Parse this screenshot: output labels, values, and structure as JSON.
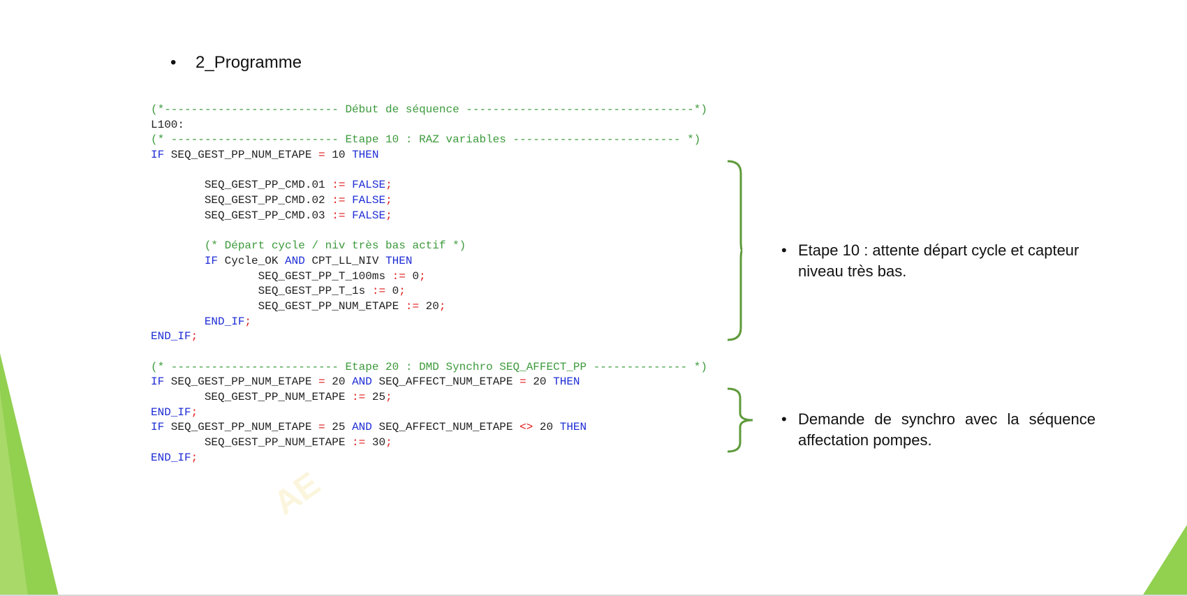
{
  "slide": {
    "heading": "2_Programme",
    "bullet_symbol": "•",
    "watermark": "AE",
    "colors": {
      "comment": "#3c9a3c",
      "keyword": "#1f2ed6",
      "operator": "#e01818",
      "text": "#222222",
      "brace": "#5e9a3a",
      "accent": "#92d050"
    }
  },
  "code_lines": [
    [
      {
        "t": "c",
        "v": "(*-------------------------- Début de séquence ----------------------------------*)"
      }
    ],
    [
      {
        "t": "n",
        "v": "L100:"
      }
    ],
    [
      {
        "t": "c",
        "v": "(* ------------------------- Etape 10 : RAZ variables ------------------------- *)"
      }
    ],
    [
      {
        "t": "k",
        "v": "IF"
      },
      {
        "t": "n",
        "v": " SEQ_GEST_PP_NUM_ETAPE "
      },
      {
        "t": "o",
        "v": "="
      },
      {
        "t": "n",
        "v": " 10 "
      },
      {
        "t": "k",
        "v": "THEN"
      }
    ],
    [],
    [
      {
        "t": "n",
        "v": "        SEQ_GEST_PP_CMD.01 "
      },
      {
        "t": "o",
        "v": ":="
      },
      {
        "t": "n",
        "v": " "
      },
      {
        "t": "k",
        "v": "FALSE"
      },
      {
        "t": "o",
        "v": ";"
      }
    ],
    [
      {
        "t": "n",
        "v": "        SEQ_GEST_PP_CMD.02 "
      },
      {
        "t": "o",
        "v": ":="
      },
      {
        "t": "n",
        "v": " "
      },
      {
        "t": "k",
        "v": "FALSE"
      },
      {
        "t": "o",
        "v": ";"
      }
    ],
    [
      {
        "t": "n",
        "v": "        SEQ_GEST_PP_CMD.03 "
      },
      {
        "t": "o",
        "v": ":="
      },
      {
        "t": "n",
        "v": " "
      },
      {
        "t": "k",
        "v": "FALSE"
      },
      {
        "t": "o",
        "v": ";"
      }
    ],
    [],
    [
      {
        "t": "c",
        "v": "        (* Départ cycle / niv très bas actif *)"
      }
    ],
    [
      {
        "t": "k",
        "v": "        IF"
      },
      {
        "t": "n",
        "v": " Cycle_OK "
      },
      {
        "t": "k",
        "v": "AND"
      },
      {
        "t": "n",
        "v": " CPT_LL_NIV "
      },
      {
        "t": "k",
        "v": "THEN"
      }
    ],
    [
      {
        "t": "n",
        "v": "                SEQ_GEST_PP_T_100ms "
      },
      {
        "t": "o",
        "v": ":="
      },
      {
        "t": "n",
        "v": " 0"
      },
      {
        "t": "o",
        "v": ";"
      }
    ],
    [
      {
        "t": "n",
        "v": "                SEQ_GEST_PP_T_1s "
      },
      {
        "t": "o",
        "v": ":="
      },
      {
        "t": "n",
        "v": " 0"
      },
      {
        "t": "o",
        "v": ";"
      }
    ],
    [
      {
        "t": "n",
        "v": "                SEQ_GEST_PP_NUM_ETAPE "
      },
      {
        "t": "o",
        "v": ":="
      },
      {
        "t": "n",
        "v": " 20"
      },
      {
        "t": "o",
        "v": ";"
      }
    ],
    [
      {
        "t": "k",
        "v": "        END_IF"
      },
      {
        "t": "o",
        "v": ";"
      }
    ],
    [
      {
        "t": "k",
        "v": "END_IF"
      },
      {
        "t": "o",
        "v": ";"
      }
    ],
    [],
    [
      {
        "t": "c",
        "v": "(* ------------------------- Etape 20 : DMD Synchro SEQ_AFFECT_PP -------------- *)"
      }
    ],
    [
      {
        "t": "k",
        "v": "IF"
      },
      {
        "t": "n",
        "v": " SEQ_GEST_PP_NUM_ETAPE "
      },
      {
        "t": "o",
        "v": "="
      },
      {
        "t": "n",
        "v": " 20 "
      },
      {
        "t": "k",
        "v": "AND"
      },
      {
        "t": "n",
        "v": " SEQ_AFFECT_NUM_ETAPE "
      },
      {
        "t": "o",
        "v": "="
      },
      {
        "t": "n",
        "v": " 20 "
      },
      {
        "t": "k",
        "v": "THEN"
      }
    ],
    [
      {
        "t": "n",
        "v": "        SEQ_GEST_PP_NUM_ETAPE "
      },
      {
        "t": "o",
        "v": ":="
      },
      {
        "t": "n",
        "v": " 25"
      },
      {
        "t": "o",
        "v": ";"
      }
    ],
    [
      {
        "t": "k",
        "v": "END_IF"
      },
      {
        "t": "o",
        "v": ";"
      }
    ],
    [
      {
        "t": "k",
        "v": "IF"
      },
      {
        "t": "n",
        "v": " SEQ_GEST_PP_NUM_ETAPE "
      },
      {
        "t": "o",
        "v": "="
      },
      {
        "t": "n",
        "v": " 25 "
      },
      {
        "t": "k",
        "v": "AND"
      },
      {
        "t": "n",
        "v": " SEQ_AFFECT_NUM_ETAPE "
      },
      {
        "t": "o",
        "v": "<>"
      },
      {
        "t": "n",
        "v": " 20 "
      },
      {
        "t": "k",
        "v": "THEN"
      }
    ],
    [
      {
        "t": "n",
        "v": "        SEQ_GEST_PP_NUM_ETAPE "
      },
      {
        "t": "o",
        "v": ":="
      },
      {
        "t": "n",
        "v": " 30"
      },
      {
        "t": "o",
        "v": ";"
      }
    ],
    [
      {
        "t": "k",
        "v": "END_IF"
      },
      {
        "t": "o",
        "v": ";"
      }
    ]
  ],
  "annotations": [
    {
      "text": "Etape 10 : attente départ cycle et capteur niveau très bas."
    },
    {
      "text": "Demande de synchro avec la séquence affectation pompes."
    }
  ]
}
